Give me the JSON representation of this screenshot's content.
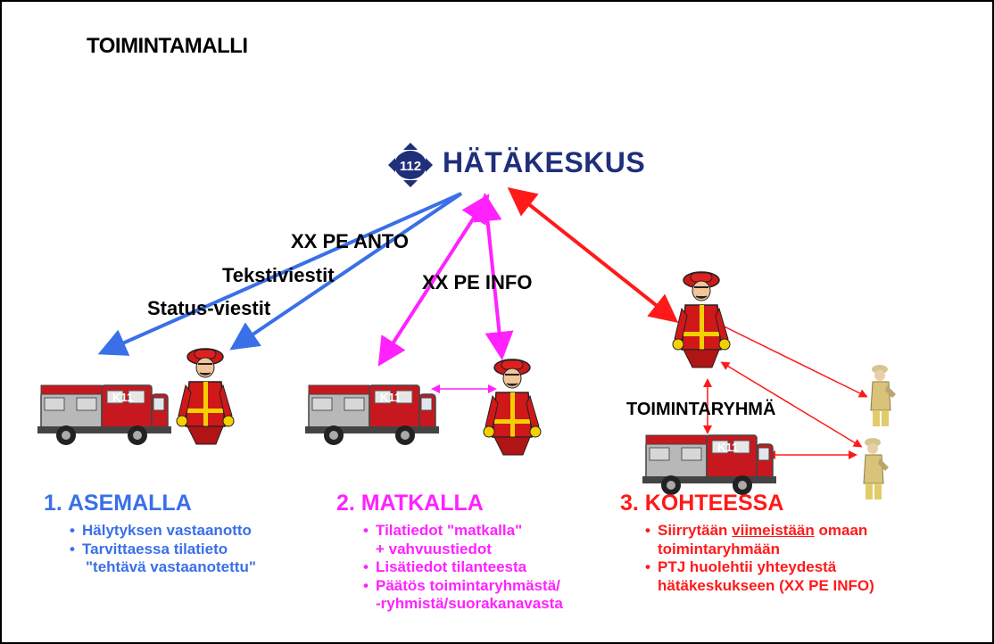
{
  "title": "TOIMINTAMALLI",
  "center": {
    "badge": "112",
    "label": "HÄTÄKESKUS"
  },
  "labels": {
    "pe_anto": "XX PE ANTO",
    "tekstiviestit": "Tekstiviestit",
    "status_viestit": "Status-viestit",
    "pe_info": "XX PE INFO",
    "toimintaryhma": "TOIMINTARYHMÄ",
    "truck_plate": "K11"
  },
  "sections": [
    {
      "title": "1. ASEMALLA",
      "color": "#3a6fe8",
      "bullets": [
        "Hälytyksen vastaanotto",
        "Tarvittaessa tilatieto",
        "\"tehtävä vastaanotettu\""
      ]
    },
    {
      "title": "2. MATKALLA",
      "color": "#ff22ff",
      "bullets": [
        "Tilatiedot \"matkalla\"",
        "+ vahvuustiedot",
        "Lisätiedot tilanteesta",
        "Päätös toimintaryhmästä/",
        "-ryhmistä/suorakanavasta"
      ]
    },
    {
      "title": "3. KOHTEESSA",
      "color": "#ff1a1a",
      "bullets": {
        "b1_pre": "Siirrytään ",
        "b1_u": "viimeistään",
        "b1_post": " omaan",
        "b1_line2": "toimintaryhmään",
        "b2_line1": "PTJ huolehtii yhteydestä",
        "b2_line2": "hätäkeskukseen (XX PE INFO)"
      }
    }
  ],
  "colors": {
    "blue_arrows": "#3a6fe8",
    "magenta_arrows": "#ff22ff",
    "red_arrows": "#ff1a1a",
    "center_label": "#1f2f7a"
  }
}
